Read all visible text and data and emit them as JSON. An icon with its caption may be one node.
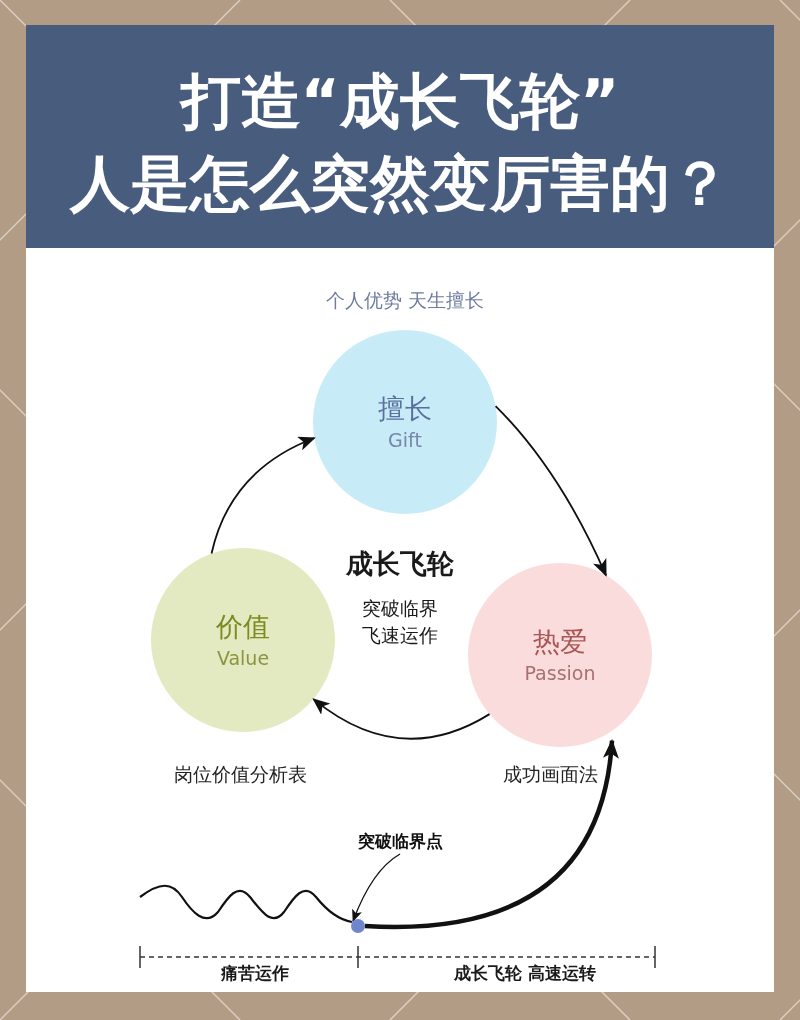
{
  "diagram": {
    "title": "打造“成长飞轮”人是怎么突然变厉害的？",
    "nodes": [
      {
        "text": [
          "擅长",
          "Gift"
        ],
        "beside": [
          "个人优势 天生擅长"
        ]
      },
      {
        "text": [
          "热爱",
          "Passion"
        ],
        "beside": [
          "成功画面法"
        ]
      },
      {
        "text": [
          "价值",
          "Value"
        ],
        "beside": [
          "岗位价值分析表"
        ]
      },
      {
        "text": [
          "突破临界点"
        ]
      },
      {
        "text": [],
        "shape": "circle"
      }
    ],
    "edges": [
      {
        "from": 0,
        "to": 1,
        "arrow": "to"
      },
      {
        "from": 1,
        "to": 2,
        "arrow": "to"
      },
      {
        "from": 2,
        "to": 0,
        "arrow": "to"
      },
      {
        "from": 3,
        "to": 4,
        "arrow": "to"
      },
      {
        "from": 4,
        "to": 1,
        "arrow": "to",
        "style": "thick"
      }
    ],
    "labels": [
      "成长飞轮",
      "突破临界飞速运作",
      "痛苦运作",
      "成长飞轮 高速运转"
    ]
  }
}
